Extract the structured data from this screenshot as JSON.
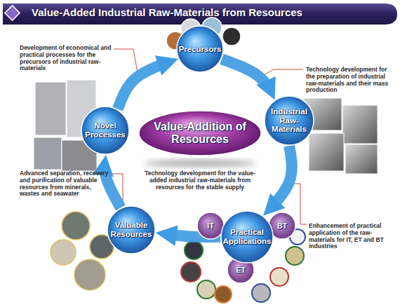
{
  "diagram": {
    "title": "Value-Added Industrial Raw-Materials from Resources",
    "nodes": [
      {
        "text": [
          "Precursors"
        ]
      },
      {
        "text": [
          "Industrial Raw-Materials"
        ]
      },
      {
        "text": [
          "Novel Processes"
        ]
      },
      {
        "text": [
          "Value-Addition of Resources"
        ]
      },
      {
        "text": [
          "Valuable Resources"
        ]
      },
      {
        "text": [
          "Practical Applications"
        ]
      },
      {
        "text": [
          "IT"
        ]
      },
      {
        "text": [
          "BT"
        ]
      },
      {
        "text": [
          "ET"
        ]
      }
    ],
    "edges": [
      {
        "from": 0,
        "to": 1,
        "arrow": "to"
      },
      {
        "from": 1,
        "to": 5,
        "arrow": "to"
      },
      {
        "from": 5,
        "to": 4,
        "arrow": "to"
      },
      {
        "from": 4,
        "to": 2,
        "arrow": "to"
      },
      {
        "from": 2,
        "to": 0,
        "arrow": "to"
      }
    ],
    "labels": [
      "Development of economical and practical processes for the precursors of industrial raw-materials",
      "Technology development for the preparation of industrial raw-materials and their mass production",
      "Technology development for the value-added industrial raw-materials from resources for the stable supply",
      "Advanced separation, recovery and purification of valuable resources from minerals, wastes and seawater",
      "Enhancement of practical application of the raw-materials for IT, ET and BT industries"
    ]
  }
}
